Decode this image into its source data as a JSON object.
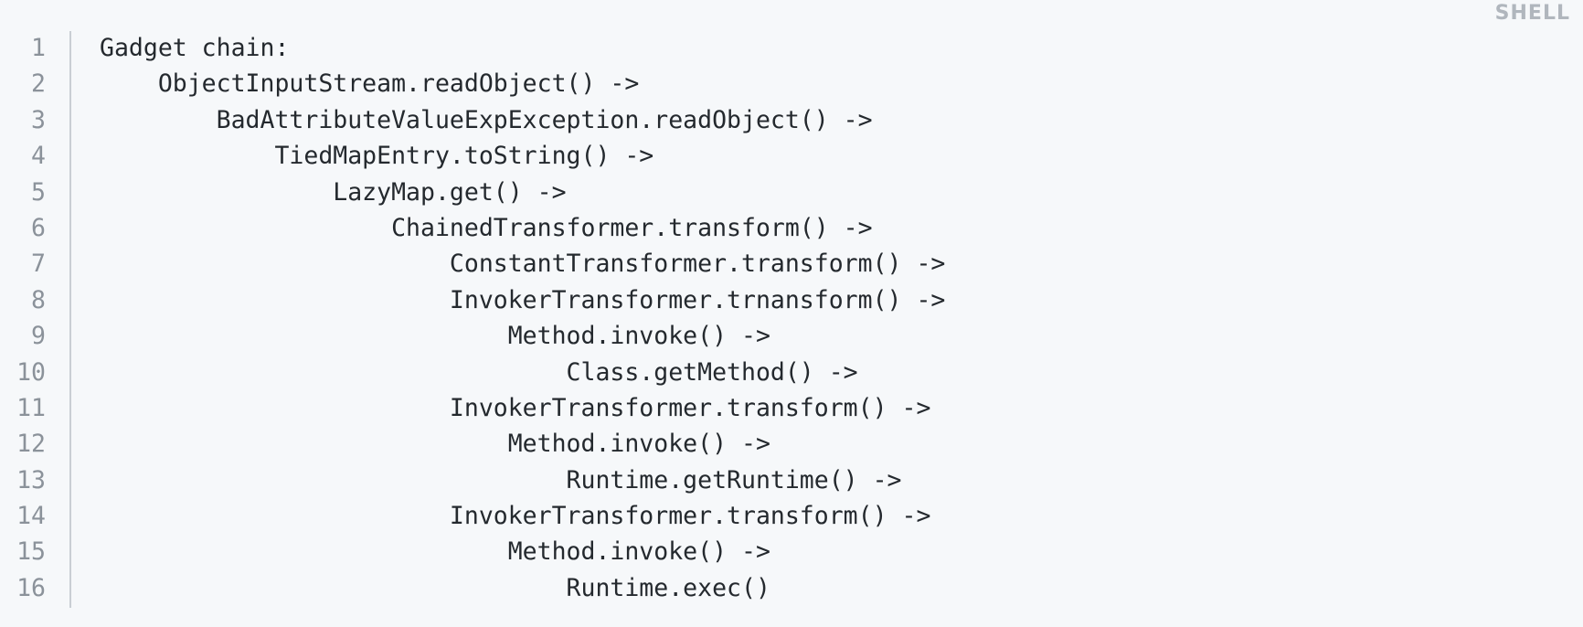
{
  "code_block": {
    "language_label": "SHELL",
    "lines": [
      {
        "number": "1",
        "text": "Gadget chain:"
      },
      {
        "number": "2",
        "text": "    ObjectInputStream.readObject() ->"
      },
      {
        "number": "3",
        "text": "        BadAttributeValueExpException.readObject() ->"
      },
      {
        "number": "4",
        "text": "            TiedMapEntry.toString() ->"
      },
      {
        "number": "5",
        "text": "                LazyMap.get() ->"
      },
      {
        "number": "6",
        "text": "                    ChainedTransformer.transform() ->"
      },
      {
        "number": "7",
        "text": "                        ConstantTransformer.transform() ->"
      },
      {
        "number": "8",
        "text": "                        InvokerTransformer.trnansform() ->"
      },
      {
        "number": "9",
        "text": "                            Method.invoke() ->"
      },
      {
        "number": "10",
        "text": "                                Class.getMethod() ->"
      },
      {
        "number": "11",
        "text": "                        InvokerTransformer.transform() ->"
      },
      {
        "number": "12",
        "text": "                            Method.invoke() ->"
      },
      {
        "number": "13",
        "text": "                                Runtime.getRuntime() ->"
      },
      {
        "number": "14",
        "text": "                        InvokerTransformer.transform() ->"
      },
      {
        "number": "15",
        "text": "                            Method.invoke() ->"
      },
      {
        "number": "16",
        "text": "                                Runtime.exec()"
      }
    ]
  }
}
